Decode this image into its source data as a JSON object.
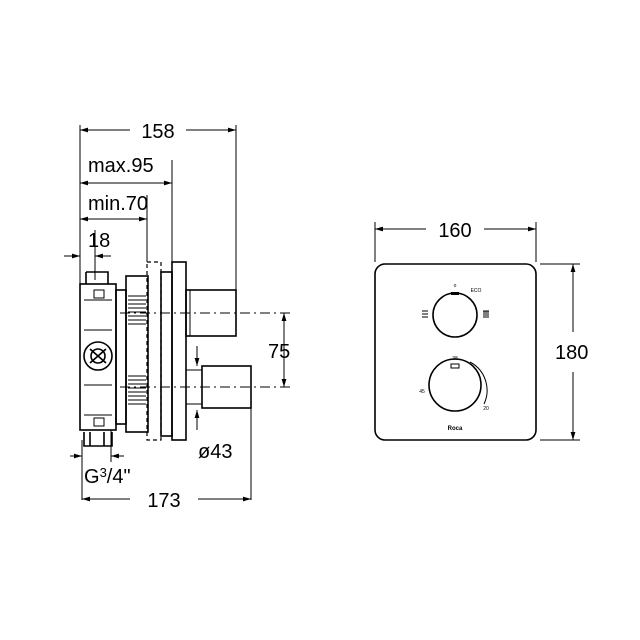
{
  "dimensions": {
    "overall_depth": "158",
    "max_depth": "max.95",
    "min_depth": "min.70",
    "wall_offset": "18",
    "outlet_spacing": "75",
    "outlet_diameter": "ø43",
    "connection_prefix": "G",
    "connection_num": "3",
    "connection_den": "/4\"",
    "base_width": "173",
    "plate_width": "160",
    "plate_height": "180"
  },
  "faceplate": {
    "eco_label": "ECO",
    "dot_label": "o",
    "temp_top": "38",
    "temp_left": "45",
    "temp_right": "20",
    "brand": "Roca"
  }
}
